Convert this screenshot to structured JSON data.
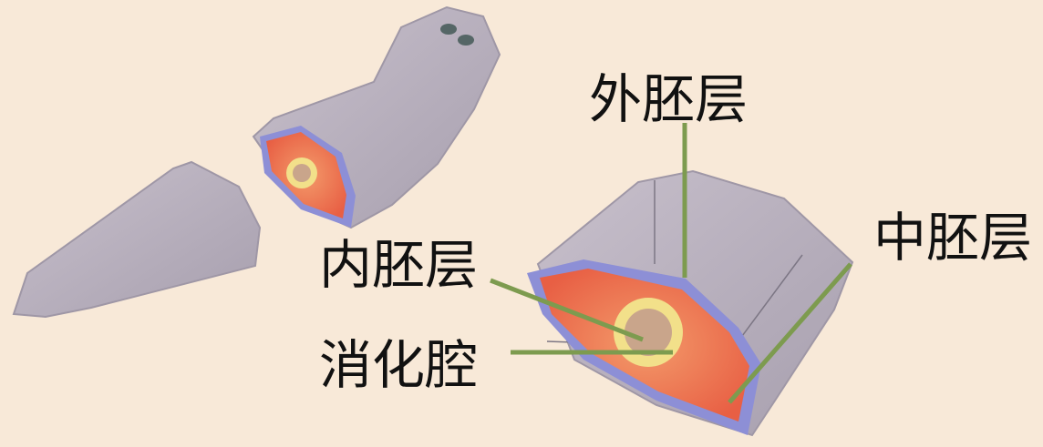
{
  "labels": {
    "ectoderm": "外胚层",
    "mesoderm": "中胚层",
    "endoderm": "内胚层",
    "digestive_cavity": "消化腔"
  },
  "colors": {
    "background": "#f8e9d8",
    "body_surface": "#b9b0bd",
    "ectoderm_layer": "#8d8fd6",
    "mesoderm_layer": "#ee6e4f",
    "endoderm_layer": "#f2e08a",
    "cavity": "#c9a58b",
    "pointer_line": "#7d9b4f"
  }
}
